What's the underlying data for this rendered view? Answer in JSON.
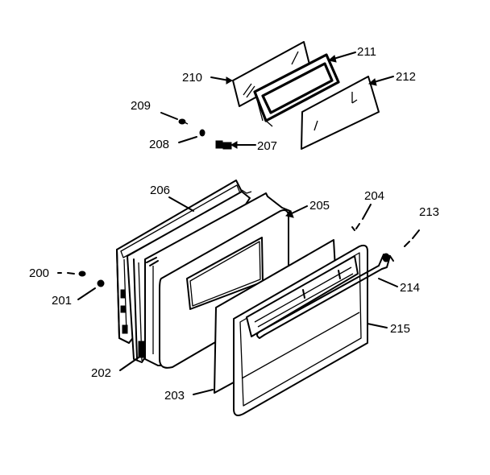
{
  "diagram": {
    "labels": {
      "p200": "200",
      "p201": "201",
      "p202": "202",
      "p203": "203",
      "p204": "204",
      "p205": "205",
      "p206": "206",
      "p207": "207",
      "p208": "208",
      "p209": "209",
      "p210": "210",
      "p211": "211",
      "p212": "212",
      "p213": "213",
      "p214": "214",
      "p215": "215"
    }
  }
}
